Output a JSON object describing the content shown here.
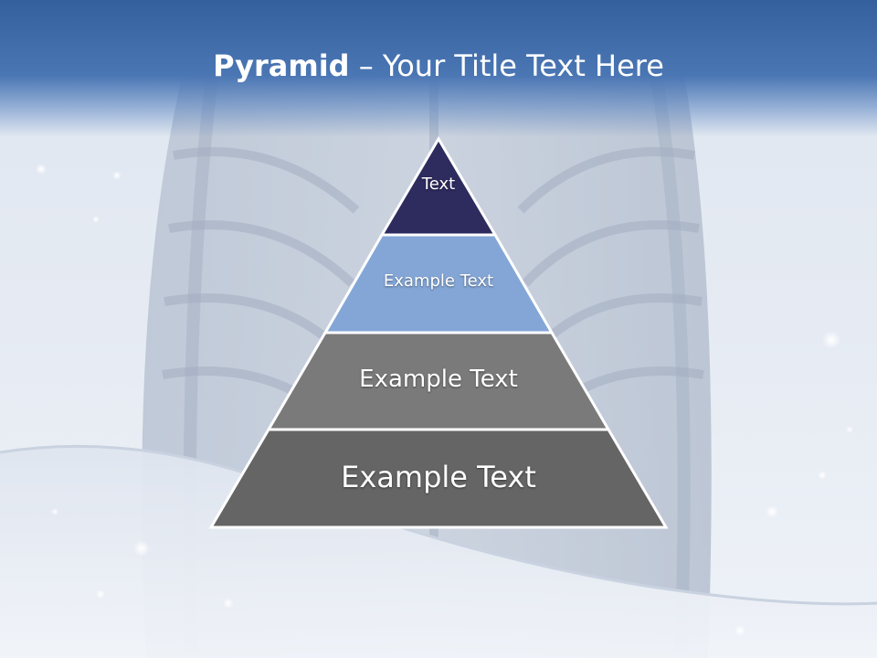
{
  "slide": {
    "title_bold": "Pyramid",
    "title_rest": " – Your Title Text Here"
  },
  "pyramid": {
    "levels": [
      {
        "label": "Text",
        "color": "#2e2b5f"
      },
      {
        "label": "Example Text",
        "color": "#84a6d6"
      },
      {
        "label": "Example Text",
        "color": "#7a7a7a"
      },
      {
        "label": "Example Text",
        "color": "#656565"
      }
    ],
    "outline_color": "#ffffff"
  },
  "background": {
    "theme": "winter tire tread in snow",
    "accent": "#3f69a8"
  }
}
